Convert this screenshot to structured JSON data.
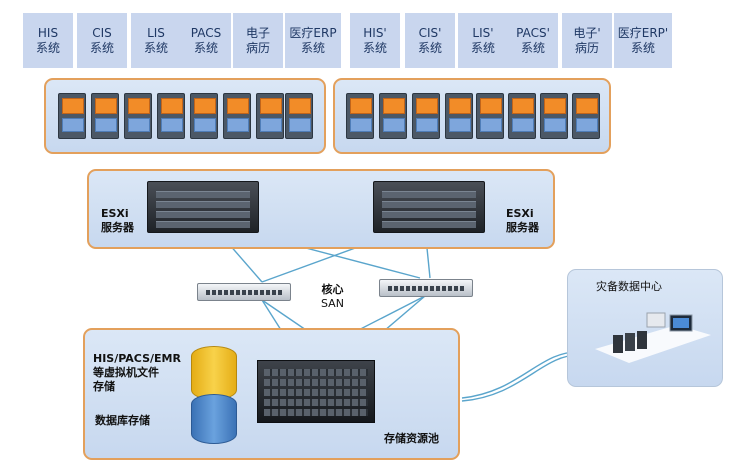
{
  "left_systems": [
    {
      "line1": "HIS",
      "line2": "系统"
    },
    {
      "line1": "CIS",
      "line2": "系统"
    },
    {
      "line1": "LIS",
      "line2": "系统"
    },
    {
      "line1": "PACS",
      "line2": "系统"
    },
    {
      "line1": "电子",
      "line2": "病历"
    },
    {
      "line1": "医疗ERP",
      "line2": "系统"
    }
  ],
  "right_systems": [
    {
      "line1": "HIS'",
      "line2": "系统"
    },
    {
      "line1": "CIS'",
      "line2": "系统"
    },
    {
      "line1": "LIS'",
      "line2": "系统"
    },
    {
      "line1": "PACS'",
      "line2": "系统"
    },
    {
      "line1": "电子'",
      "line2": "病历"
    },
    {
      "line1": "医疗ERP'",
      "line2": "系统"
    }
  ],
  "esxi_left": {
    "line1": "ESXi",
    "line2": "服务器"
  },
  "esxi_right": {
    "line1": "ESXi",
    "line2": "服务器"
  },
  "core_san": {
    "line1": "核心",
    "line2": "SAN"
  },
  "storage_zone": {
    "vm_files_line1": "HIS/PACS/EMR",
    "vm_files_line2": "等虚拟机文件",
    "vm_files_line3": "存储",
    "db_storage": "数据库存储",
    "pool": "存储资源池"
  },
  "dr_center": "灾备数据中心",
  "colors": {
    "panel_border": "#e3a05c",
    "system_box": "#c9d6ee",
    "link_line": "#5aa5cc",
    "heartbeat_line": "#c0504d",
    "cylinder_top": "#f2c12e",
    "cylinder_bottom": "#4a86c8"
  }
}
